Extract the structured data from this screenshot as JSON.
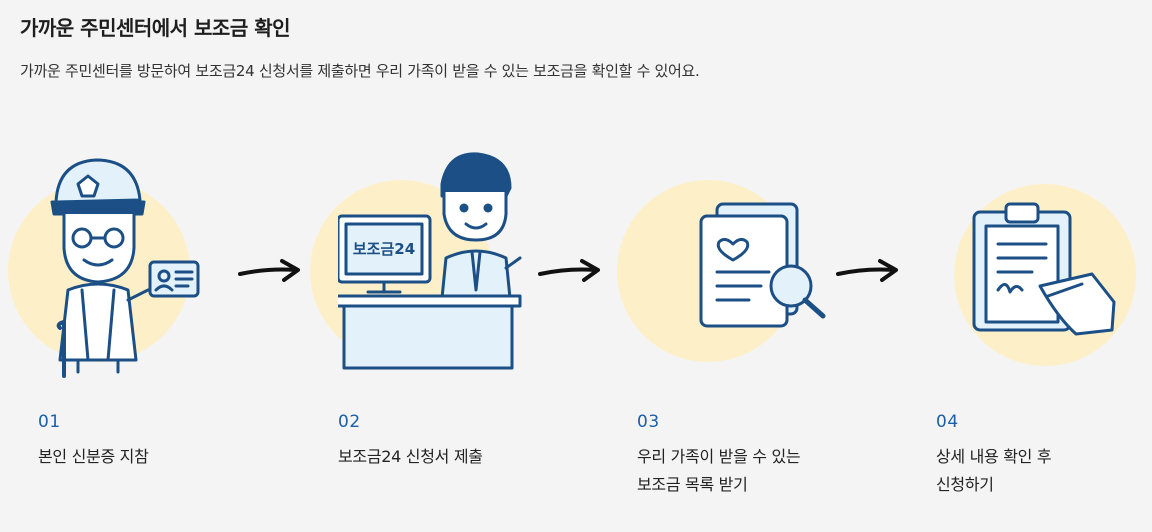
{
  "header": {
    "title": "가까운 주민센터에서 보조금 확인",
    "description": "가까운 주민센터를 방문하여 보조금24 신청서를 제출하면 우리 가족이 받을 수 있는 보조금을 확인할 수 있어요."
  },
  "steps": [
    {
      "number": "01",
      "label": "본인 신분증 지참",
      "icon": "elderly-man-with-id-card-icon"
    },
    {
      "number": "02",
      "label": "보조금24 신청서 제출",
      "icon": "clerk-at-desk-icon",
      "monitor_text": "보조금24"
    },
    {
      "number": "03",
      "label": "우리 가족이 받을 수 있는\n보조금 목록 받기",
      "icon": "document-magnifier-icon"
    },
    {
      "number": "04",
      "label": "상세 내용 확인 후\n신청하기",
      "icon": "clipboard-signing-icon"
    }
  ],
  "colors": {
    "accent": "#1a5fa8",
    "blob": "#fdf0c8",
    "line": "#1b4f86",
    "fill_light": "#e3f1fb"
  }
}
